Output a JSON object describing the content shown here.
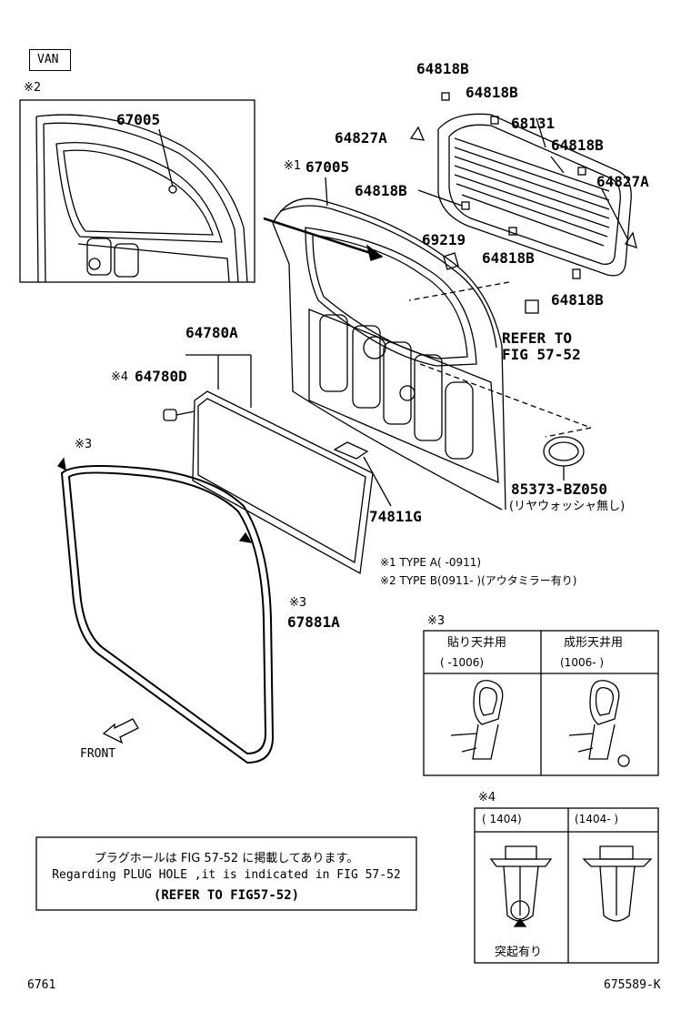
{
  "van_label": "VAN",
  "marker_2_top": "※2",
  "parts": {
    "p67005_a": "67005",
    "p67005_b": "67005",
    "p67005_b_marker": "※1",
    "p64818b_1": "64818B",
    "p64818b_2": "64818B",
    "p64818b_3": "64818B",
    "p64818b_4": "64818B",
    "p64818b_5": "64818B",
    "p64818b_6": "64818B",
    "p64827a_1": "64827A",
    "p64827a_2": "64827A",
    "p68131": "68131",
    "p69219": "69219",
    "refer_to_1": "REFER TO",
    "refer_to_2": "FIG 57-52",
    "p64780a": "64780A",
    "p64780d": "64780D",
    "p64780d_marker": "※4",
    "marker_3_left": "※3",
    "p74811g": "74811G",
    "p85373": "85373-BZ050",
    "p85373_note": "(リヤウォッシャ無し)",
    "p67881a": "67881A",
    "p67881a_marker": "※3",
    "front": "FRONT"
  },
  "type_notes": {
    "t1": "※1 TYPE A(     -0911)",
    "t2": "※2 TYPE B(0911-     )(アウタミラー有り)"
  },
  "section3": {
    "marker": "※3",
    "col1_title": "貼り天井用",
    "col1_range": "(     -1006)",
    "col2_title": "成形天井用",
    "col2_range": "(1006-     )"
  },
  "section4": {
    "marker": "※4",
    "col1_range": "(      1404)",
    "col2_range": "(1404-      )",
    "col1_note": "突起有り"
  },
  "notice": {
    "line1": "プラグホールは FIG 57-52 に掲載してあります。",
    "line2": "Regarding PLUG HOLE ,it is indicated in FIG 57-52",
    "line3": "(REFER TO FIG57-52)"
  },
  "footer": {
    "left": "6761",
    "right": "675589-K"
  }
}
